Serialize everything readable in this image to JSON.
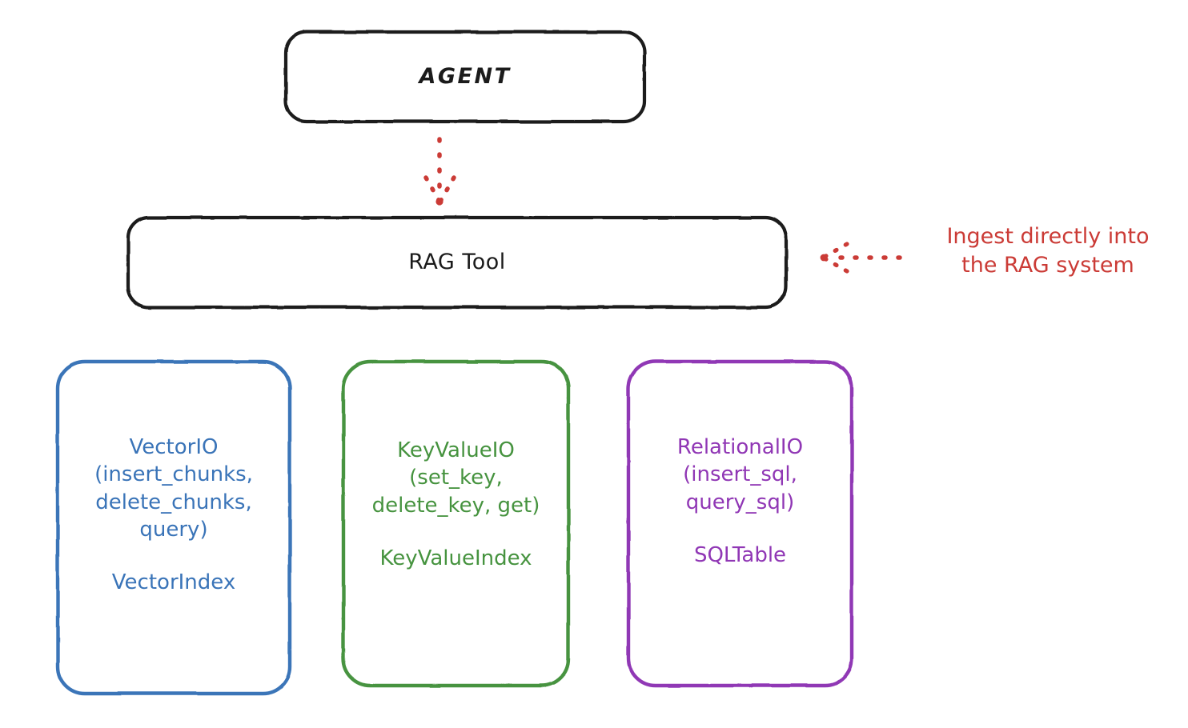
{
  "diagram": {
    "title_node": {
      "label": "AGENT"
    },
    "tool_node": {
      "label": "RAG Tool"
    },
    "annotation": {
      "text": "Ingest directly into\nthe RAG system",
      "color": "#cb3b36",
      "arrow": "dotted-arrow-left-icon"
    },
    "colors": {
      "outline_dark": "#1b1b1b",
      "vector_blue": "#3a74b8",
      "keyvalue_green": "#46933f",
      "relational_purple": "#9037b5",
      "annotation_red": "#cb3b36",
      "background": "#ffffff"
    },
    "edges": [
      {
        "from": "AGENT",
        "to": "RAG Tool",
        "style": "dotted",
        "color": "#cb3b36",
        "direction": "down"
      },
      {
        "from": "Ingest directly into the RAG system",
        "to": "RAG Tool",
        "style": "dotted",
        "color": "#cb3b36",
        "direction": "left"
      }
    ],
    "leaf_nodes": [
      {
        "id": "vector-io",
        "api": "VectorIO\n(insert_chunks,\ndelete_chunks,\nquery)",
        "index": "VectorIndex",
        "color": "#3a74b8"
      },
      {
        "id": "key-value-io",
        "api": "KeyValueIO\n(set_key,\ndelete_key, get)",
        "index": "KeyValueIndex",
        "color": "#46933f"
      },
      {
        "id": "relational-io",
        "api": "RelationalIO\n(insert_sql,\nquery_sql)",
        "index": "SQLTable",
        "color": "#9037b5"
      }
    ]
  }
}
